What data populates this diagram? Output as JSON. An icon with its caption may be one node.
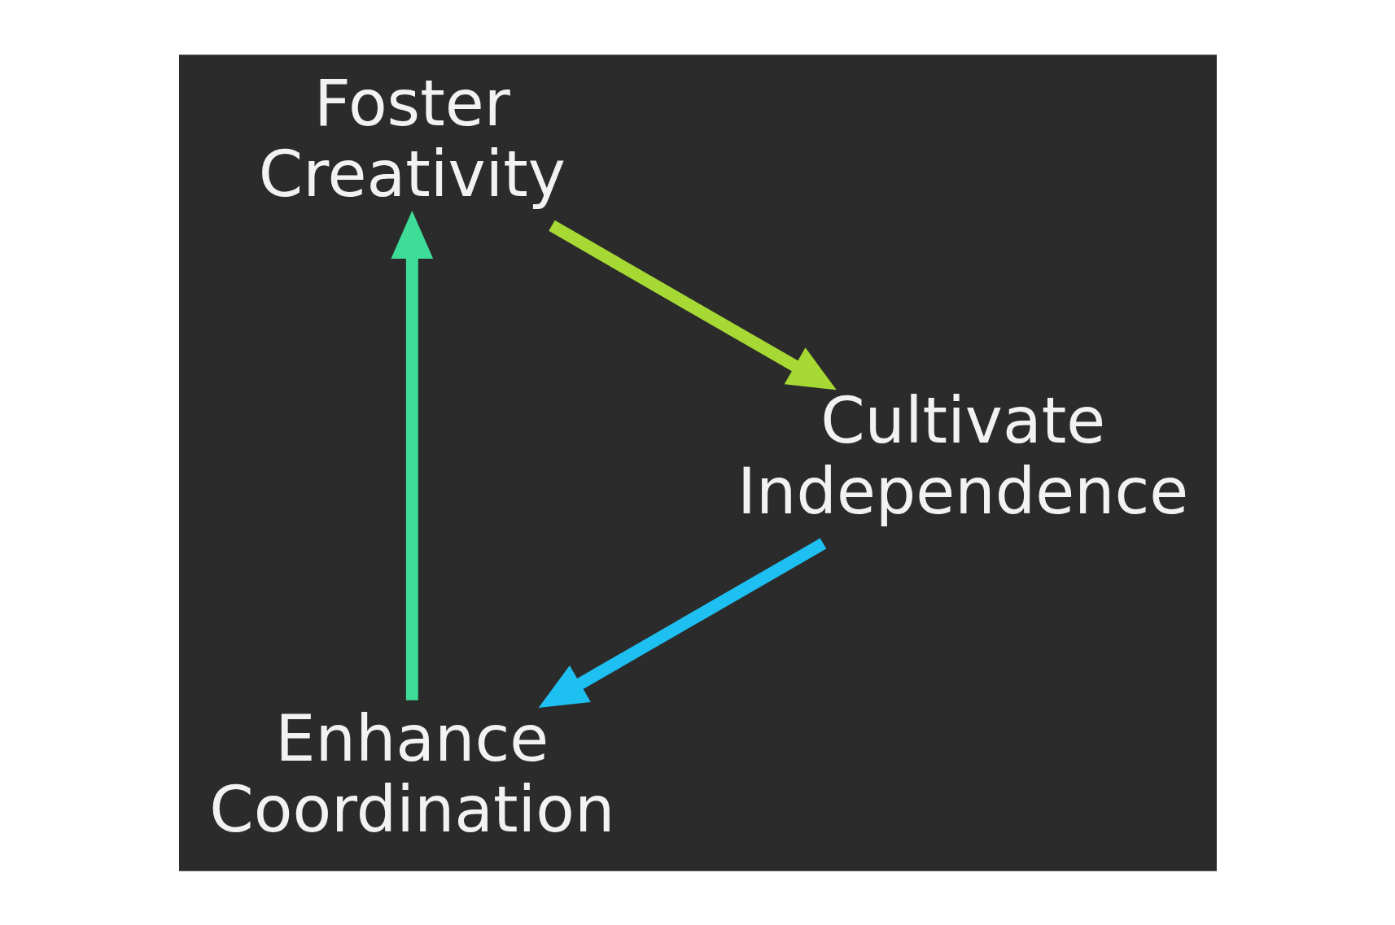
{
  "diagram": {
    "nodes": [
      {
        "text": [
          "Enhance Coordination"
        ]
      },
      {
        "text": [
          "Foster Creativity"
        ]
      },
      {
        "text": [
          "Cultivate Independence"
        ]
      }
    ],
    "edges": [
      {
        "from": 0,
        "to": 1,
        "arrow": "to",
        "color": "#3ddc97"
      },
      {
        "from": 1,
        "to": 2,
        "arrow": "to",
        "color": "#a6d934"
      },
      {
        "from": 2,
        "to": 0,
        "arrow": "to",
        "color": "#1ec0f2"
      }
    ]
  }
}
